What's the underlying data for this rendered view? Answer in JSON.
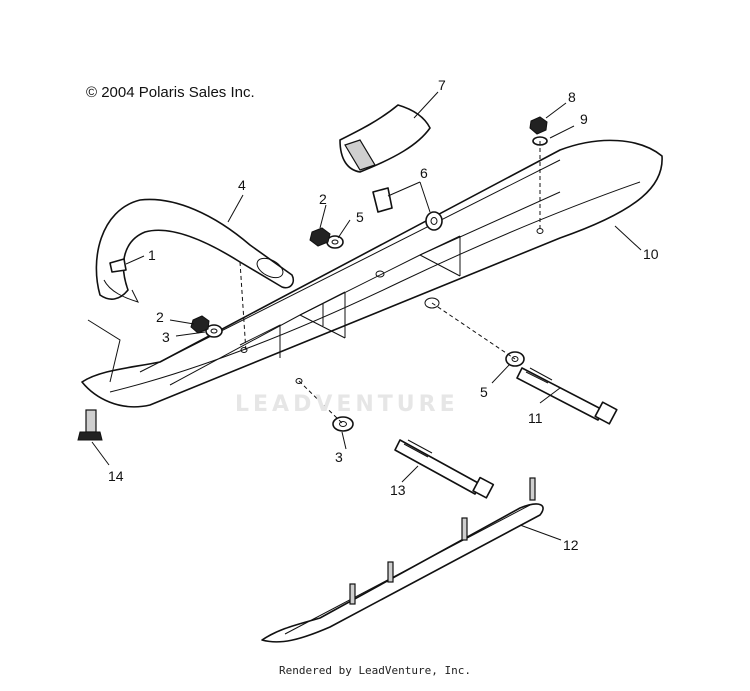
{
  "copyright": "© 2004 Polaris Sales Inc.",
  "watermark": "LEADVENTURE",
  "footer": "Rendered by LeadVenture, Inc.",
  "callouts": [
    "1",
    "2",
    "2",
    "3",
    "3",
    "4",
    "5",
    "5",
    "6",
    "7",
    "8",
    "9",
    "10",
    "11",
    "12",
    "13",
    "14"
  ]
}
